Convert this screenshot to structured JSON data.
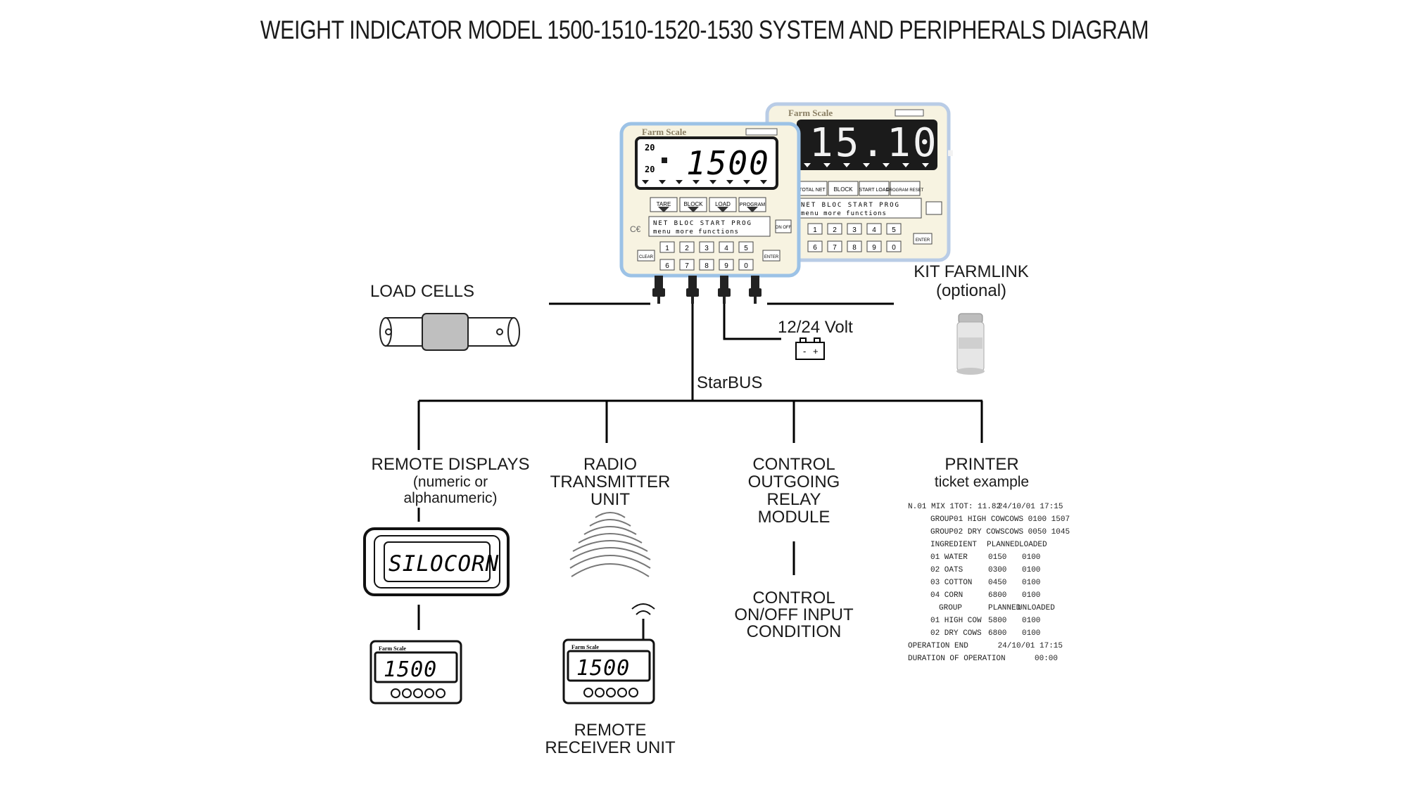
{
  "title": "WEIGHT INDICATOR MODEL 1500-1510-1520-1530 SYSTEM AND PERIPHERALS DIAGRAM",
  "indicator_main": {
    "brand": "Farm Scale",
    "reading": "1500",
    "side_digits": [
      "20",
      "20"
    ],
    "buttons": [
      "TARE",
      "BLOCK",
      "LOAD",
      "PROGRAM"
    ],
    "line1": "NET BLOC START PROG",
    "line2": "menu more functions",
    "keys": [
      "1",
      "2",
      "3",
      "4",
      "5",
      "6",
      "7",
      "8",
      "9",
      "0"
    ],
    "clear": "CLEAR",
    "enter": "ENTER",
    "onoff": "ON OFF"
  },
  "indicator_back": {
    "brand": "Farm Scale",
    "reading": "15.10.",
    "buttons": [
      "TOTAL NET",
      "BLOCK",
      "START LOAD",
      "PROGRAM RESET"
    ],
    "line1": "NET BLOC START PROG",
    "line2": "menu more functions",
    "keys": [
      "1",
      "2",
      "3",
      "4",
      "5",
      "6",
      "7",
      "8",
      "9",
      "0"
    ],
    "enter": "ENTER"
  },
  "labels": {
    "load_cells": "LOAD CELLS",
    "kit_farmlink": "KIT FARMLINK",
    "kit_optional": "(optional)",
    "volt": "12/24 Volt",
    "starbus": "StarBUS",
    "remote_displays": "REMOTE DISPLAYS",
    "remote_displays_sub1": "(numeric or",
    "remote_displays_sub2": "alphanumeric)",
    "radio1": "RADIO",
    "radio2": "TRANSMITTER",
    "radio3": "UNIT",
    "relay1": "CONTROL",
    "relay2": "OUTGOING",
    "relay3": "RELAY",
    "relay4": "MODULE",
    "input1": "CONTROL",
    "input2": "ON/OFF INPUT",
    "input3": "CONDITION",
    "printer": "PRINTER",
    "printer_sub": "ticket example",
    "receiver1": "REMOTE",
    "receiver2": "RECEIVER UNIT"
  },
  "remote_alpha": {
    "text": "SILOCORN"
  },
  "remote_numeric": {
    "brand": "Farm Scale",
    "reading": "1500"
  },
  "receiver_unit": {
    "brand": "Farm Scale",
    "reading": "1500"
  },
  "ticket": [
    [
      "N.01 MIX 1",
      "TOT: 11.82",
      "24/10/01 17:15"
    ],
    [
      "GROUP",
      "01 HIGH COW",
      "COWS 0100 1507"
    ],
    [
      "GROUP",
      "02 DRY COWS",
      "COWS 0050 1045"
    ],
    [
      "INGREDIENT",
      "PLANNED",
      "LOADED"
    ],
    [
      "01 WATER",
      "0150",
      "0100"
    ],
    [
      "02 OATS",
      "0300",
      "0100"
    ],
    [
      "03 COTTON",
      "0450",
      "0100"
    ],
    [
      "04 CORN",
      "6800",
      "0100"
    ],
    [
      "GROUP",
      "PLANNED",
      "UNLOADED"
    ],
    [
      "01 HIGH COW",
      "5800",
      "0100"
    ],
    [
      "02 DRY COWS",
      "6800",
      "0100"
    ],
    [
      "OPERATION END",
      "",
      "24/10/01 17:15"
    ],
    [
      "DURATION OF OPERATION",
      "",
      "00:00"
    ]
  ],
  "colors": {
    "indicator_frame": "#9cc2e6",
    "indicator_body": "#f7f3e1",
    "lcd_dark": "#1b1b1b",
    "line": "#000000"
  }
}
